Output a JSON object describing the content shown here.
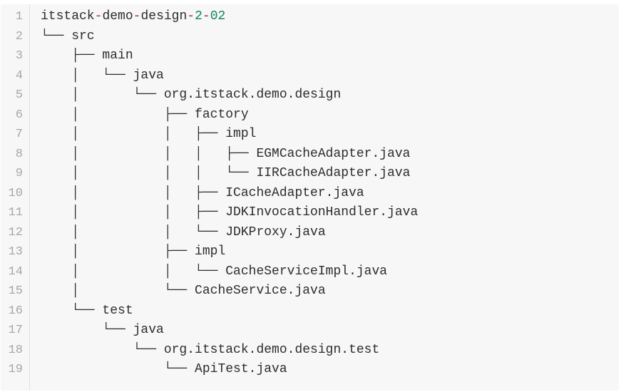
{
  "page": {
    "background": "#ffffff"
  },
  "code_block": {
    "background": "#f7f7f7",
    "gutter": {
      "separator_color": "#e0e0e0",
      "number_color": "#a2a8a8"
    },
    "syntax_colors": {
      "plain": "#2d2d2d",
      "operator": "#9d3332",
      "number": "#0e8462"
    },
    "lines": [
      {
        "number": "1",
        "segments": [
          {
            "text": "itstack",
            "type": "plain"
          },
          {
            "text": "-",
            "type": "operator"
          },
          {
            "text": "demo",
            "type": "plain"
          },
          {
            "text": "-",
            "type": "operator"
          },
          {
            "text": "design",
            "type": "plain"
          },
          {
            "text": "-",
            "type": "operator"
          },
          {
            "text": "2",
            "type": "number"
          },
          {
            "text": "-",
            "type": "operator"
          },
          {
            "text": "02",
            "type": "number"
          }
        ]
      },
      {
        "number": "2",
        "segments": [
          {
            "text": "└── src",
            "type": "plain"
          }
        ]
      },
      {
        "number": "3",
        "segments": [
          {
            "text": "    ├── main",
            "type": "plain"
          }
        ]
      },
      {
        "number": "4",
        "segments": [
          {
            "text": "    │   └── java",
            "type": "plain"
          }
        ]
      },
      {
        "number": "5",
        "segments": [
          {
            "text": "    │       └── org.itstack.demo.design",
            "type": "plain"
          }
        ]
      },
      {
        "number": "6",
        "segments": [
          {
            "text": "    │           ├── factory",
            "type": "plain"
          }
        ]
      },
      {
        "number": "7",
        "segments": [
          {
            "text": "    │           │   ├── impl",
            "type": "plain"
          }
        ]
      },
      {
        "number": "8",
        "segments": [
          {
            "text": "    │           │   │   ├── EGMCacheAdapter.java",
            "type": "plain"
          }
        ]
      },
      {
        "number": "9",
        "segments": [
          {
            "text": "    │           │   │   └── IIRCacheAdapter.java",
            "type": "plain"
          }
        ]
      },
      {
        "number": "10",
        "segments": [
          {
            "text": "    │           │   ├── ICacheAdapter.java",
            "type": "plain"
          }
        ]
      },
      {
        "number": "11",
        "segments": [
          {
            "text": "    │           │   ├── JDKInvocationHandler.java",
            "type": "plain"
          }
        ]
      },
      {
        "number": "12",
        "segments": [
          {
            "text": "    │           │   └── JDKProxy.java",
            "type": "plain"
          }
        ]
      },
      {
        "number": "13",
        "segments": [
          {
            "text": "    │           ├── impl",
            "type": "plain"
          }
        ]
      },
      {
        "number": "14",
        "segments": [
          {
            "text": "    │           │   └── CacheServiceImpl.java",
            "type": "plain"
          }
        ]
      },
      {
        "number": "15",
        "segments": [
          {
            "text": "    │           └── CacheService.java",
            "type": "plain"
          }
        ]
      },
      {
        "number": "16",
        "segments": [
          {
            "text": "    └── test",
            "type": "plain"
          }
        ]
      },
      {
        "number": "17",
        "segments": [
          {
            "text": "        └── java",
            "type": "plain"
          }
        ]
      },
      {
        "number": "18",
        "segments": [
          {
            "text": "            └── org.itstack.demo.design.test",
            "type": "plain"
          }
        ]
      },
      {
        "number": "19",
        "segments": [
          {
            "text": "                └── ApiTest.java",
            "type": "plain"
          }
        ]
      }
    ]
  }
}
